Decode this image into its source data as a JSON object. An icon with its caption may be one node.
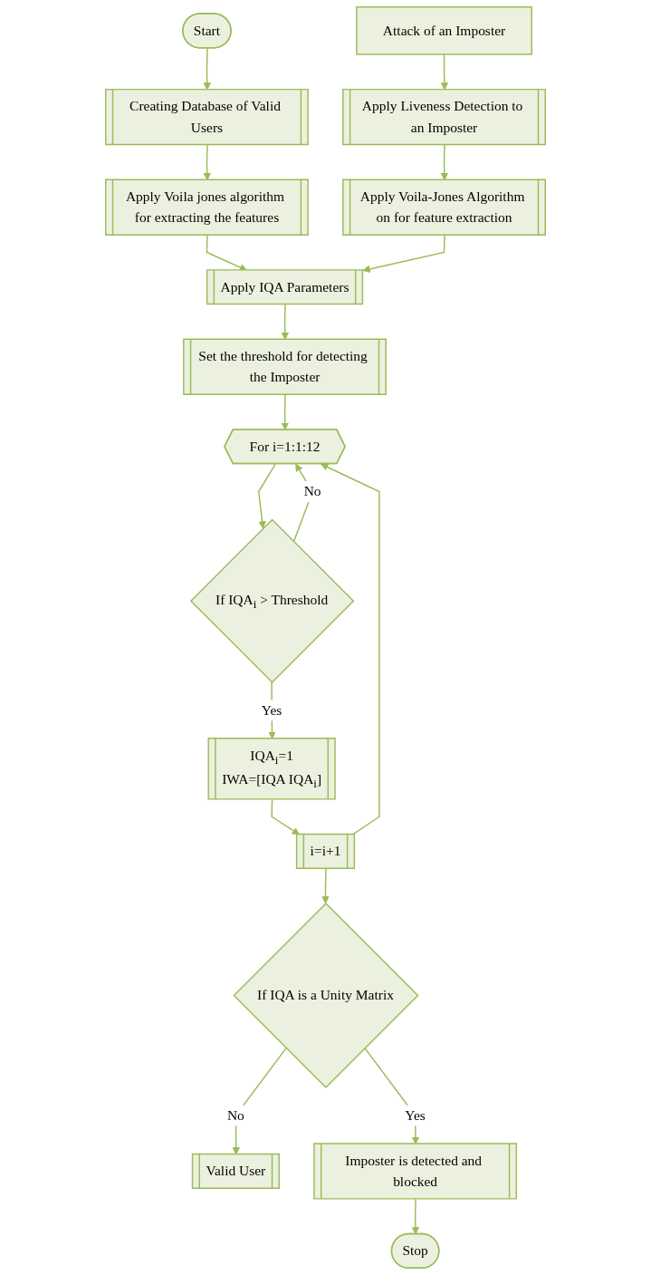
{
  "diagram": {
    "nodes": [
      {
        "text": [
          "Start"
        ]
      },
      {
        "text": [
          "Attack of an Imposter"
        ]
      },
      {
        "text": [
          "Creating Database of Valid Users"
        ]
      },
      {
        "text": [
          "Apply Liveness Detection to an Imposter"
        ]
      },
      {
        "text": [
          "Apply Voila jones algorithm for extracting the features"
        ]
      },
      {
        "text": [
          "Apply Voila-Jones Algorithm on for feature extraction"
        ]
      },
      {
        "text": [
          "Apply IQA Parameters"
        ]
      },
      {
        "text": [
          "Set the threshold for detecting the Imposter"
        ]
      },
      {
        "text": [
          "For i=1:1:12"
        ]
      },
      {
        "text": [
          "If IQA$_{i}$ > Threshold"
        ]
      },
      {
        "text": [
          "IQA$_{i}$=1",
          "IWA=[IQA IQA$_{i}$]"
        ]
      },
      {
        "text": [
          "i=i+1"
        ]
      },
      {
        "text": [
          "If IQA is a Unity Matrix"
        ]
      },
      {
        "text": [
          "Valid User"
        ]
      },
      {
        "text": [
          "Imposter is detected and blocked"
        ]
      },
      {
        "text": [
          "Stop"
        ]
      }
    ],
    "edges": [
      {
        "from": 0,
        "to": 2,
        "arrow": "to"
      },
      {
        "from": 2,
        "to": 4,
        "arrow": "to"
      },
      {
        "from": 4,
        "to": 6,
        "arrow": "to"
      },
      {
        "from": 1,
        "to": 3,
        "arrow": "to"
      },
      {
        "from": 3,
        "to": 5,
        "arrow": "to"
      },
      {
        "from": 5,
        "to": 6,
        "arrow": "to"
      },
      {
        "from": 6,
        "to": 7,
        "arrow": "to"
      },
      {
        "from": 7,
        "to": 8,
        "arrow": "to"
      },
      {
        "from": 8,
        "to": 9,
        "arrow": "to"
      },
      {
        "from": 9,
        "to": 8,
        "arrow": "to",
        "label": "No"
      },
      {
        "from": 9,
        "to": 10,
        "arrow": "to",
        "label": "Yes"
      },
      {
        "from": 10,
        "to": 11,
        "arrow": "to"
      },
      {
        "from": 11,
        "to": 8,
        "arrow": "to"
      },
      {
        "from": 11,
        "to": 12,
        "arrow": "to"
      },
      {
        "from": 12,
        "to": 13,
        "arrow": "to",
        "label": "No"
      },
      {
        "from": 12,
        "to": 14,
        "arrow": "to",
        "label": "Yes"
      },
      {
        "from": 14,
        "to": 15,
        "arrow": "to"
      }
    ]
  }
}
